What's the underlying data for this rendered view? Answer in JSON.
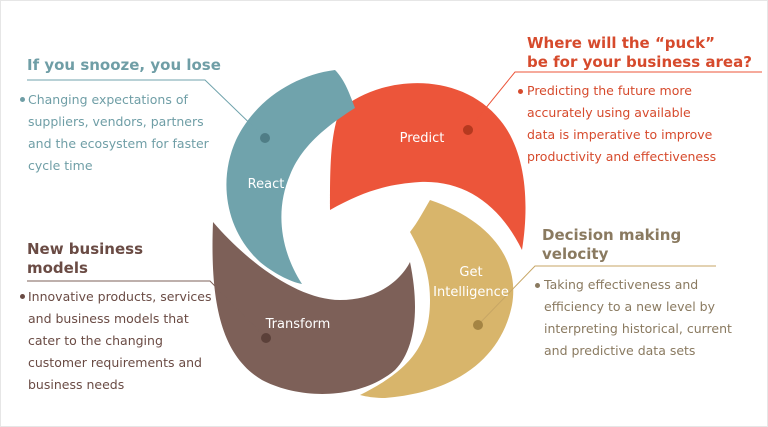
{
  "colors": {
    "react": "#70a3ac",
    "predict": "#ec553a",
    "intelligence": "#d8b56b",
    "transform": "#7d6058",
    "teal_text": "#6f9ea6",
    "red_text": "#d64a2c",
    "brown_text": "#6a4b44",
    "tan_text": "#8a7a60"
  },
  "cycle": {
    "react_label": "React",
    "predict_label": "Predict",
    "intelligence_label_1": "Get",
    "intelligence_label_2": "Intelligence",
    "transform_label": "Transform"
  },
  "react_callout": {
    "heading": "If you snooze, you lose",
    "lines": [
      "Changing expectations of",
      "suppliers, vendors, partners",
      "and the ecosystem for faster",
      "cycle time"
    ]
  },
  "predict_callout": {
    "heading_1": "Where will the “puck”",
    "heading_2": "be for your business area?",
    "lines": [
      "Predicting the future more",
      "accurately using available",
      "data is imperative to improve",
      "productivity and effectiveness"
    ]
  },
  "transform_callout": {
    "heading_1": "New business",
    "heading_2": "models",
    "lines": [
      "Innovative products, services",
      "and business models that",
      "cater to the changing",
      "customer requirements and",
      "business needs"
    ]
  },
  "intelligence_callout": {
    "heading_1": "Decision making",
    "heading_2": "velocity",
    "lines": [
      "Taking effectiveness and",
      "efficiency to a new level by",
      "interpreting historical, current",
      "and predictive data sets"
    ]
  }
}
